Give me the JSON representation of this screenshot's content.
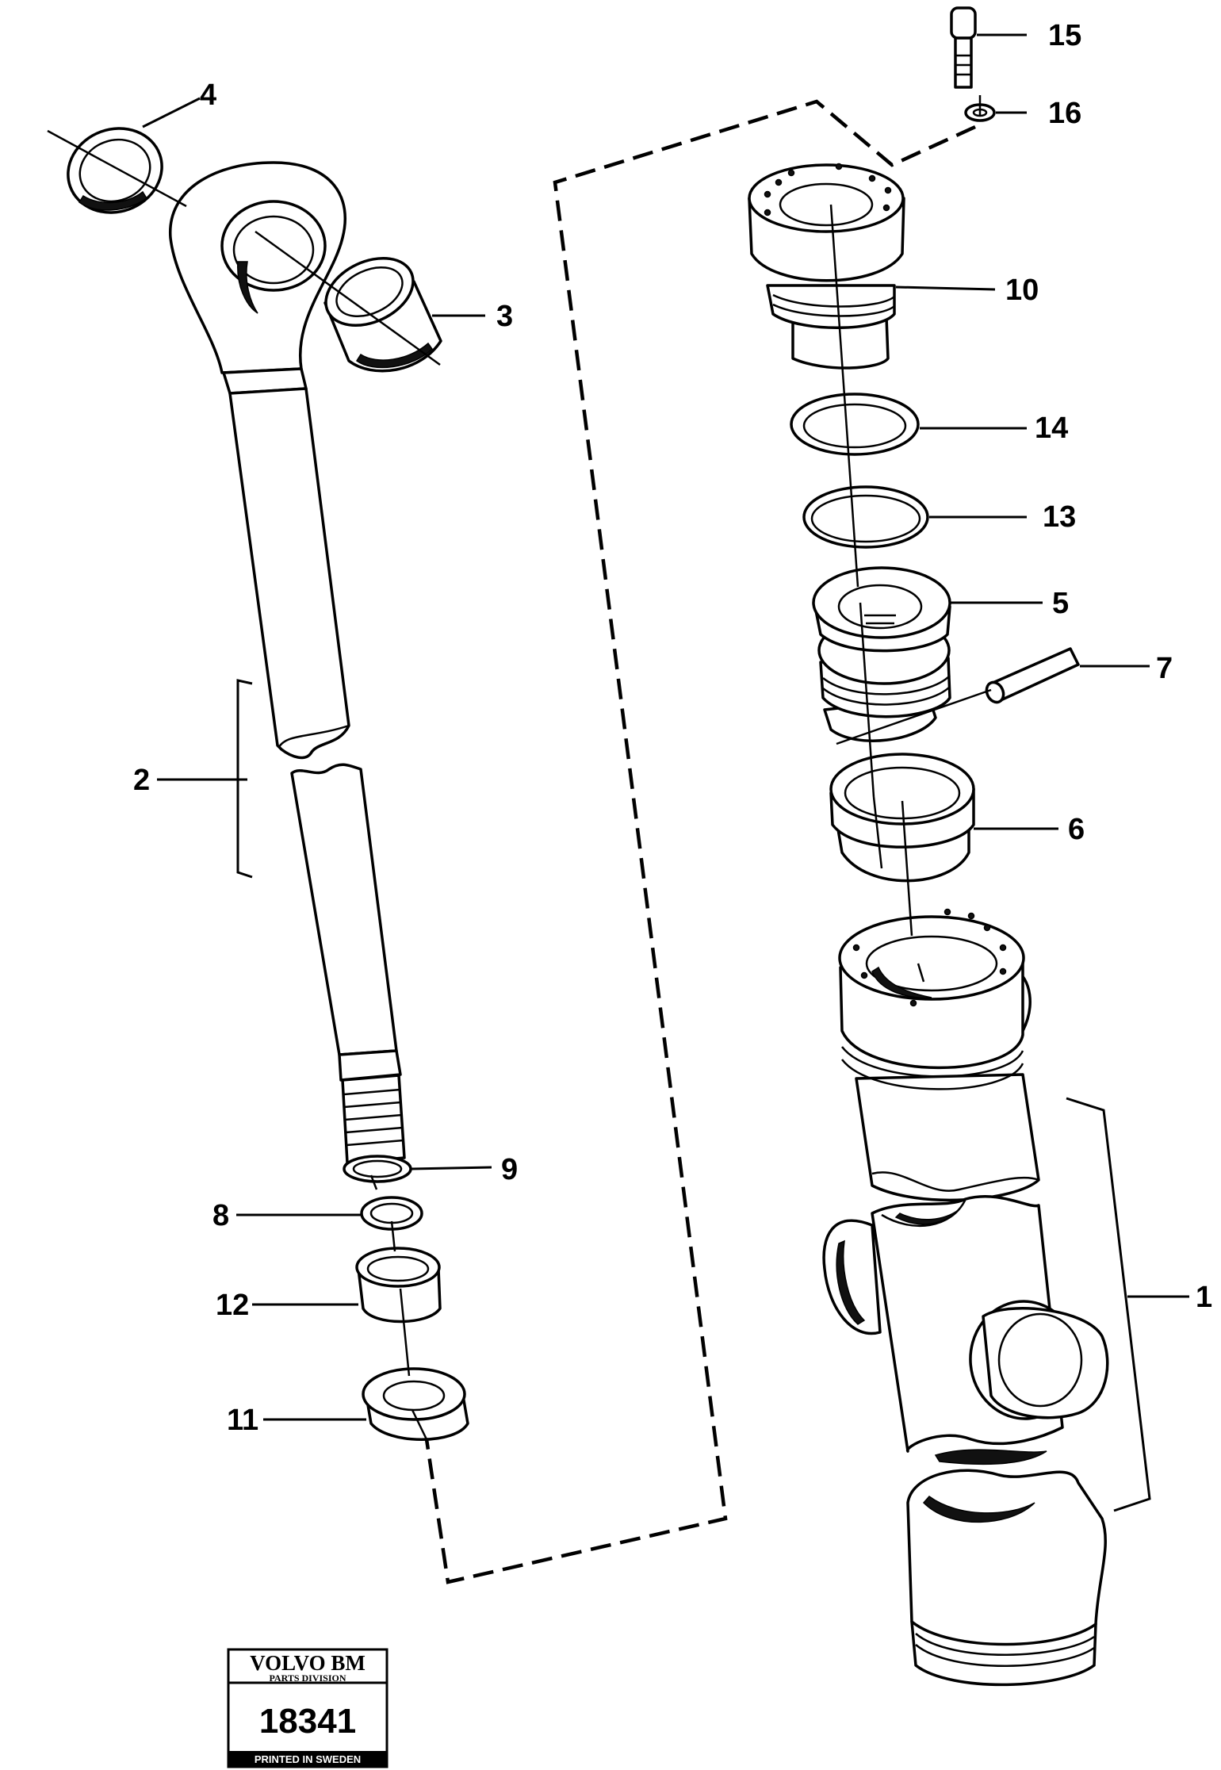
{
  "callouts": [
    {
      "id": "1",
      "label": "1"
    },
    {
      "id": "2",
      "label": "2"
    },
    {
      "id": "3",
      "label": "3"
    },
    {
      "id": "4",
      "label": "4"
    },
    {
      "id": "5",
      "label": "5"
    },
    {
      "id": "6",
      "label": "6"
    },
    {
      "id": "7",
      "label": "7"
    },
    {
      "id": "8",
      "label": "8"
    },
    {
      "id": "9",
      "label": "9"
    },
    {
      "id": "10",
      "label": "10"
    },
    {
      "id": "11",
      "label": "11"
    },
    {
      "id": "12",
      "label": "12"
    },
    {
      "id": "13",
      "label": "13"
    },
    {
      "id": "14",
      "label": "14"
    },
    {
      "id": "15",
      "label": "15"
    },
    {
      "id": "16",
      "label": "16"
    }
  ],
  "stamp": {
    "brand": "VOLVO BM",
    "division": "PARTS DIVISION",
    "number": "18341",
    "footer": "PRINTED IN SWEDEN"
  },
  "colors": {
    "ink": "#000000",
    "paper": "#ffffff"
  }
}
